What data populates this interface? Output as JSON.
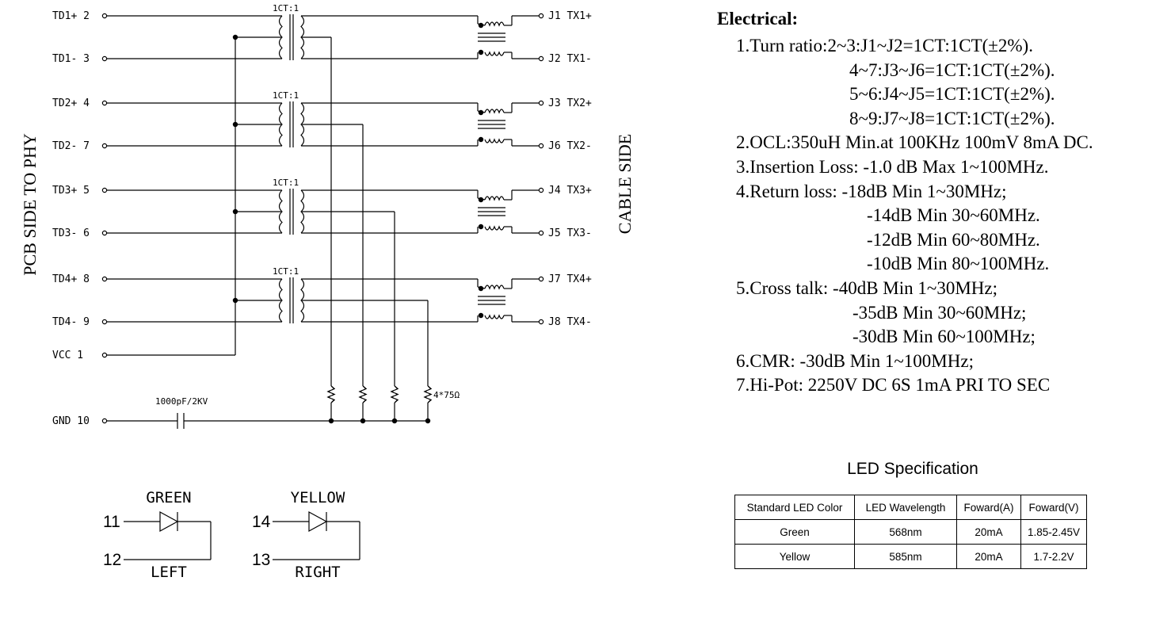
{
  "schematic": {
    "left_side_label": "PCB SIDE TO PHY",
    "right_side_label": "CABLE SIDE",
    "channels": [
      {
        "ratio": "1CT:1",
        "plus_pin": "TD1+ 2",
        "minus_pin": "TD1- 3",
        "plus_out": "J1 TX1+",
        "minus_out": "J2 TX1-"
      },
      {
        "ratio": "1CT:1",
        "plus_pin": "TD2+ 4",
        "minus_pin": "TD2- 7",
        "plus_out": "J3 TX2+",
        "minus_out": "J6 TX2-"
      },
      {
        "ratio": "1CT:1",
        "plus_pin": "TD3+ 5",
        "minus_pin": "TD3- 6",
        "plus_out": "J4 TX3+",
        "minus_out": "J5 TX3-"
      },
      {
        "ratio": "1CT:1",
        "plus_pin": "TD4+ 8",
        "minus_pin": "TD4- 9",
        "plus_out": "J7 TX4+",
        "minus_out": "J8 TX4-"
      }
    ],
    "vcc_pin": "VCC  1",
    "gnd_pin": "GND 10",
    "capacitor_label": "1000pF/2KV",
    "resistor_label": "4*75Ω"
  },
  "leds": {
    "green": {
      "color_label": "GREEN",
      "pin_a": "11",
      "pin_b": "12",
      "position": "LEFT"
    },
    "yellow": {
      "color_label": "YELLOW",
      "pin_a": "14",
      "pin_b": "13",
      "position": "RIGHT"
    }
  },
  "electrical": {
    "title": "Electrical:",
    "lines": [
      "1.Turn ratio:2~3:J1~J2=1CT:1CT(±2%).",
      "4~7:J3~J6=1CT:1CT(±2%).",
      "5~6:J4~J5=1CT:1CT(±2%).",
      "8~9:J7~J8=1CT:1CT(±2%).",
      "2.OCL:350uH Min.at 100KHz 100mV 8mA DC.",
      "3.Insertion Loss: -1.0 dB Max 1~100MHz.",
      "4.Return loss: -18dB Min 1~30MHz;",
      "-14dB Min 30~60MHz.",
      "-12dB Min 60~80MHz.",
      "-10dB Min 80~100MHz.",
      "5.Cross talk: -40dB Min 1~30MHz;",
      "-35dB Min 30~60MHz;",
      "-30dB Min 60~100MHz;",
      "6.CMR: -30dB Min 1~100MHz;",
      "7.Hi-Pot: 2250V DC 6S 1mA PRI TO SEC"
    ]
  },
  "led_spec": {
    "title": "LED Specification",
    "headers": [
      "Standard LED Color",
      "LED Wavelength",
      "Foward(A)",
      "Foward(V)"
    ],
    "rows": [
      [
        "Green",
        "568nm",
        "20mA",
        "1.85-2.45V"
      ],
      [
        "Yellow",
        "585nm",
        "20mA",
        "1.7-2.2V"
      ]
    ]
  }
}
